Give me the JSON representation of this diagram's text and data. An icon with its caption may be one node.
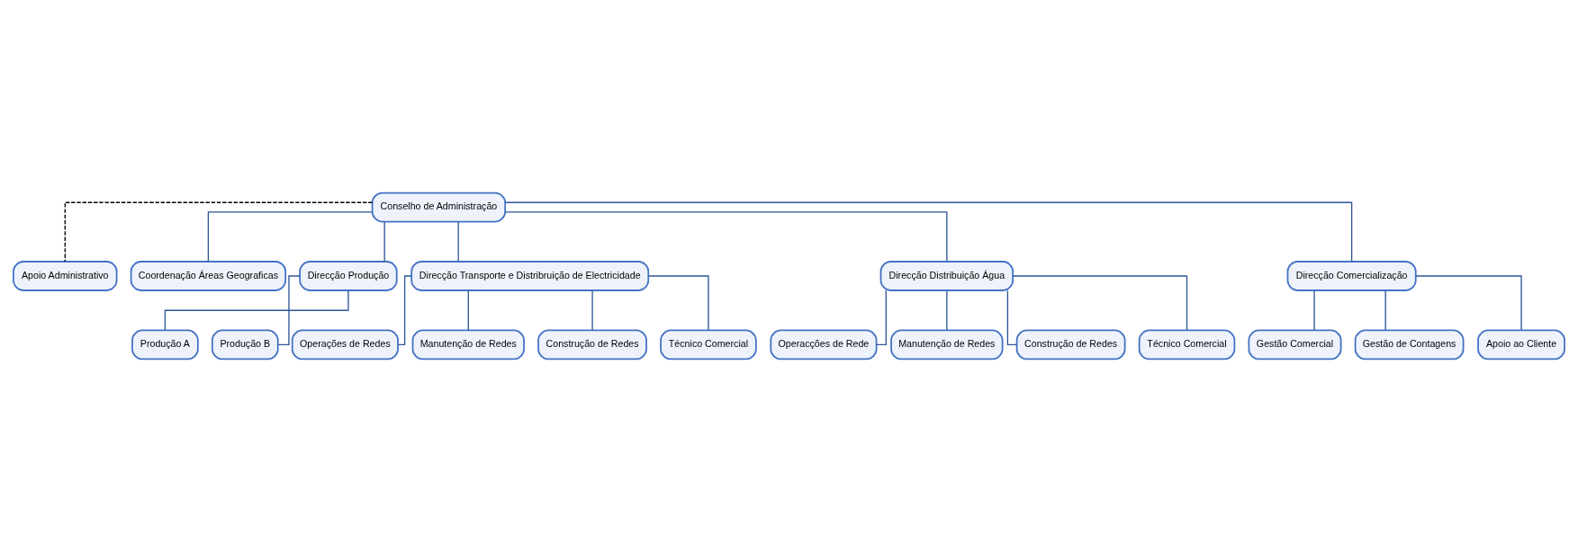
{
  "diagram": {
    "nodes": [
      {
        "text": [
          "Conselho de Administração"
        ]
      },
      {
        "text": [
          "Apoio Administrativo"
        ]
      },
      {
        "text": [
          "Coordenação Áreas Geograficas"
        ]
      },
      {
        "text": [
          "Direcção Produção"
        ]
      },
      {
        "text": [
          "Direcção Transporte e Distribruição de Electricidade"
        ]
      },
      {
        "text": [
          "Direcção Distribuição Água"
        ]
      },
      {
        "text": [
          "Direcção Comercialização"
        ]
      },
      {
        "text": [
          "Produção A"
        ]
      },
      {
        "text": [
          "Produção B"
        ]
      },
      {
        "text": [
          "Operações de Redes"
        ]
      },
      {
        "text": [
          "Manutenção de Redes"
        ]
      },
      {
        "text": [
          "Construção de Redes"
        ]
      },
      {
        "text": [
          "Técnico Comercial"
        ]
      },
      {
        "text": [
          "Operacções de Rede"
        ]
      },
      {
        "text": [
          "Manutenção de Redes"
        ]
      },
      {
        "text": [
          "Construção de Redes"
        ]
      },
      {
        "text": [
          "Técnico Comercial"
        ]
      },
      {
        "text": [
          "Gestão Comercial"
        ]
      },
      {
        "text": [
          "Gestão de Contagens"
        ]
      },
      {
        "text": [
          "Apoio ao Cliente"
        ]
      }
    ],
    "edges": [
      {
        "from": 0,
        "to": 1,
        "arrow": "none",
        "style": "dashed",
        "color": "#000000"
      },
      {
        "from": 0,
        "to": 2,
        "arrow": "none"
      },
      {
        "from": 0,
        "to": 3,
        "arrow": "none"
      },
      {
        "from": 0,
        "to": 4,
        "arrow": "none"
      },
      {
        "from": 0,
        "to": 5,
        "arrow": "none"
      },
      {
        "from": 0,
        "to": 6,
        "arrow": "none"
      },
      {
        "from": 3,
        "to": 7,
        "arrow": "none"
      },
      {
        "from": 3,
        "to": 8,
        "arrow": "none"
      },
      {
        "from": 4,
        "to": 9,
        "arrow": "none"
      },
      {
        "from": 4,
        "to": 10,
        "arrow": "none"
      },
      {
        "from": 4,
        "to": 11,
        "arrow": "none"
      },
      {
        "from": 4,
        "to": 12,
        "arrow": "none"
      },
      {
        "from": 5,
        "to": 13,
        "arrow": "none"
      },
      {
        "from": 5,
        "to": 14,
        "arrow": "none"
      },
      {
        "from": 5,
        "to": 15,
        "arrow": "none"
      },
      {
        "from": 5,
        "to": 16,
        "arrow": "none"
      },
      {
        "from": 6,
        "to": 17,
        "arrow": "none"
      },
      {
        "from": 6,
        "to": 18,
        "arrow": "none"
      },
      {
        "from": 6,
        "to": 19,
        "arrow": "none"
      }
    ]
  }
}
